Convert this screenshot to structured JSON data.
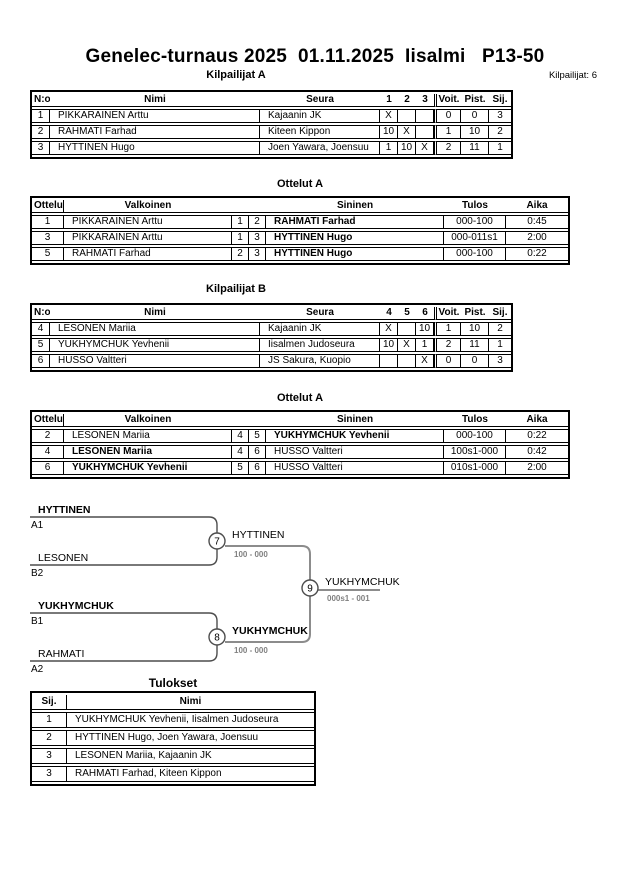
{
  "title": "Genelec-turnaus 2025  01.11.2025  Iisalmi   P13-50",
  "meta": {
    "competitors": "Kilpailijat: 6"
  },
  "pool_a": {
    "heading": "Kilpailijat A",
    "headers": [
      "N:o",
      "Nimi",
      "Seura",
      "1",
      "2",
      "3",
      "Voit.",
      "Pist.",
      "Sij."
    ],
    "rows": [
      [
        "1",
        "PIKKARAINEN Arttu",
        "Kajaanin JK",
        "X",
        "",
        "",
        "0",
        "0",
        "3"
      ],
      [
        "2",
        "RAHMATI Farhad",
        "Kiteen Kippon",
        "10",
        "X",
        "",
        "1",
        "10",
        "2"
      ],
      [
        "3",
        "HYTTINEN Hugo",
        "Joen Yawara, Joensuu",
        "1",
        "10",
        "X",
        "2",
        "11",
        "1"
      ]
    ]
  },
  "matches_a": {
    "heading": "Ottelut A",
    "headers": [
      "Ottelu",
      "Valkoinen",
      "Sininen",
      "Tulos",
      "Aika"
    ],
    "rows": [
      [
        "1",
        "PIKKARAINEN Arttu",
        "1",
        "2",
        "RAHMATI Farhad",
        "000-100",
        "0:45"
      ],
      [
        "3",
        "PIKKARAINEN Arttu",
        "1",
        "3",
        "HYTTINEN Hugo",
        "000-011s1",
        "2:00"
      ],
      [
        "5",
        "RAHMATI Farhad",
        "2",
        "3",
        "HYTTINEN Hugo",
        "000-100",
        "0:22"
      ]
    ]
  },
  "pool_b": {
    "heading": "Kilpailijat B",
    "headers": [
      "N:o",
      "Nimi",
      "Seura",
      "4",
      "5",
      "6",
      "Voit.",
      "Pist.",
      "Sij."
    ],
    "rows": [
      [
        "4",
        "LESONEN Mariia",
        "Kajaanin JK",
        "X",
        "",
        "10",
        "1",
        "10",
        "2"
      ],
      [
        "5",
        "YUKHYMCHUK Yevhenii",
        "Iisalmen Judoseura",
        "10",
        "X",
        "1",
        "2",
        "11",
        "1"
      ],
      [
        "6",
        "HUSSO Valtteri",
        "JS Sakura, Kuopio",
        "",
        "",
        "X",
        "0",
        "0",
        "3"
      ]
    ]
  },
  "matches_b": {
    "heading": "Ottelut A",
    "headers": [
      "Ottelu",
      "Valkoinen",
      "Sininen",
      "Tulos",
      "Aika"
    ],
    "rows": [
      [
        "2",
        "LESONEN Mariia",
        "4",
        "5",
        "YUKHYMCHUK Yevhenii",
        "000-100",
        "0:22"
      ],
      [
        "4",
        "LESONEN Mariia",
        "4",
        "6",
        "HUSSO Valtteri",
        "100s1-000",
        "0:42"
      ],
      [
        "6",
        "YUKHYMCHUK Yevhenii",
        "5",
        "6",
        "HUSSO Valtteri",
        "010s1-000",
        "2:00"
      ]
    ]
  },
  "bracket": {
    "slots": {
      "a1": {
        "name": "HYTTINEN",
        "seed": "A1"
      },
      "b2": {
        "name": "LESONEN",
        "seed": "B2"
      },
      "b1": {
        "name": "YUKHYMCHUK",
        "seed": "B1"
      },
      "a2": {
        "name": "RAHMATI",
        "seed": "A2"
      }
    },
    "semifinal_top": {
      "number": "7",
      "winner": "HYTTINEN",
      "score": "100 - 000"
    },
    "semifinal_bottom": {
      "number": "8",
      "winner": "YUKHYMCHUK",
      "score": "100 - 000"
    },
    "final": {
      "number": "9",
      "winner": "YUKHYMCHUK",
      "score": "000s1 - 001"
    }
  },
  "results": {
    "heading": "Tulokset",
    "headers": [
      "Sij.",
      "Nimi"
    ],
    "rows": [
      [
        "1",
        "YUKHYMCHUK Yevhenii, Iisalmen Judoseura"
      ],
      [
        "2",
        "HYTTINEN Hugo, Joen Yawara, Joensuu"
      ],
      [
        "3",
        "LESONEN Mariia, Kajaanin JK"
      ],
      [
        "3",
        "RAHMATI Farhad, Kiteen Kippon"
      ]
    ]
  },
  "colors": {
    "bracket_line": "#4d4d4d",
    "winner_line": "#8c8c8c",
    "score_text": "#808080"
  }
}
